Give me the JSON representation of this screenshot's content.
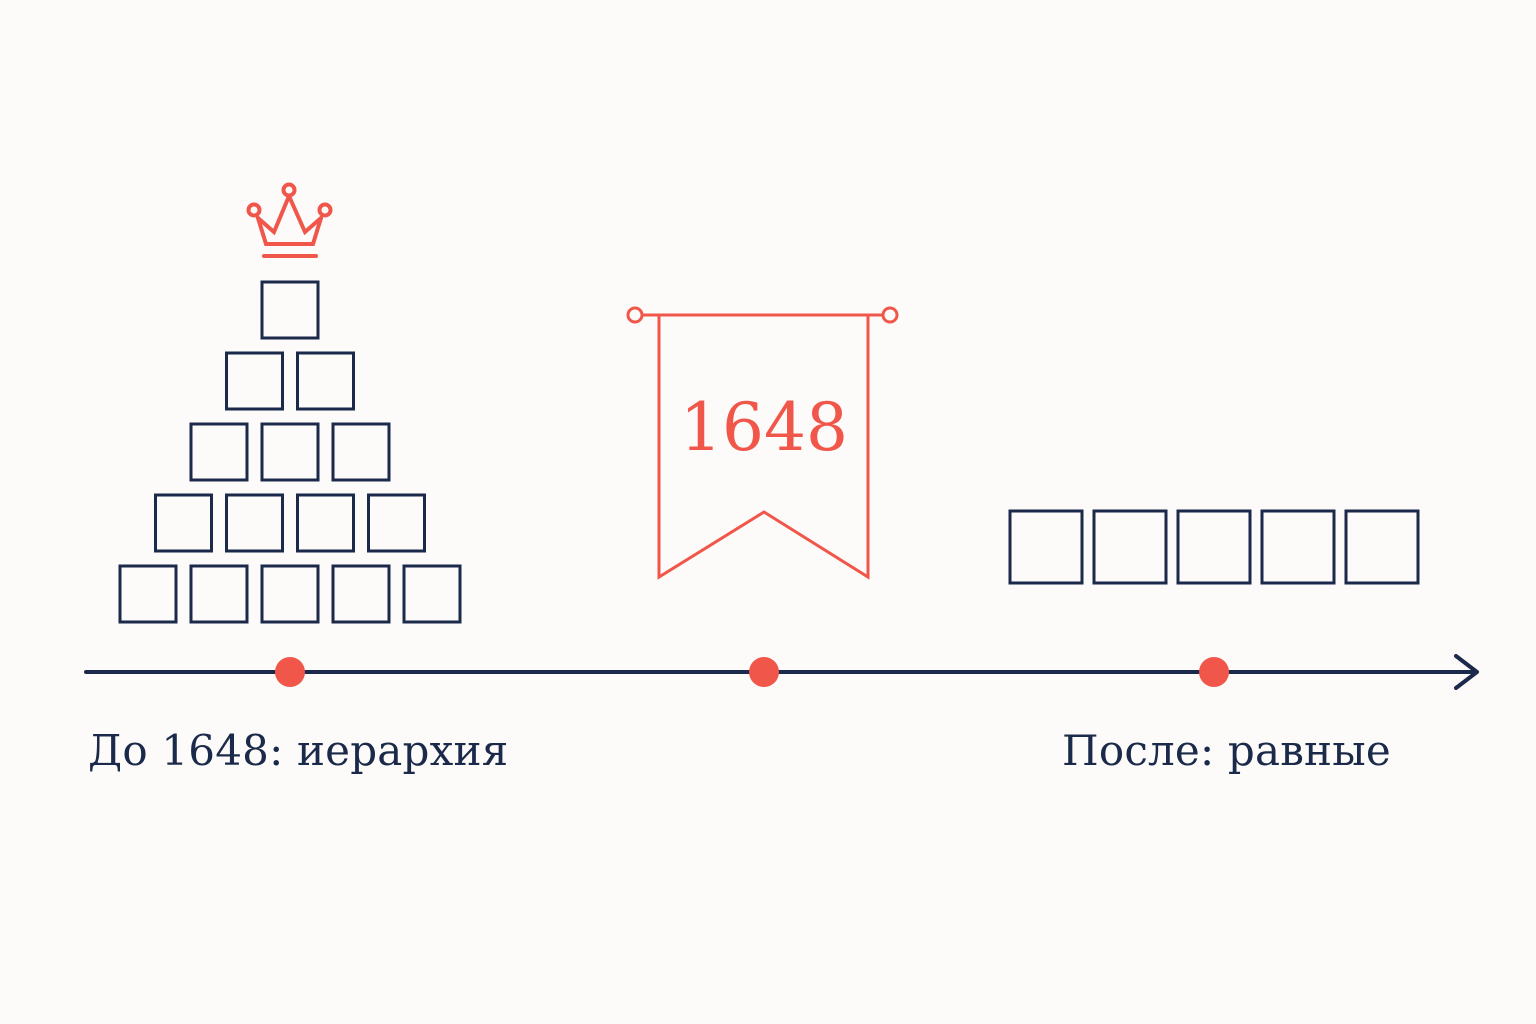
{
  "labels": {
    "before": "До 1648: иерархия",
    "after": "После: равные"
  },
  "banner": {
    "year": "1648"
  },
  "hierarchy": {
    "rows": [
      1,
      2,
      3,
      4,
      5
    ]
  },
  "equal": {
    "count": 5
  },
  "timeline": {
    "markers": 3
  },
  "colors": {
    "navy": "#1b2a4a",
    "accent": "#f0574a",
    "background": "#fcfbf9"
  },
  "icons": {
    "crown": "crown-icon",
    "banner": "banner-icon",
    "arrow": "arrow-head-icon"
  }
}
